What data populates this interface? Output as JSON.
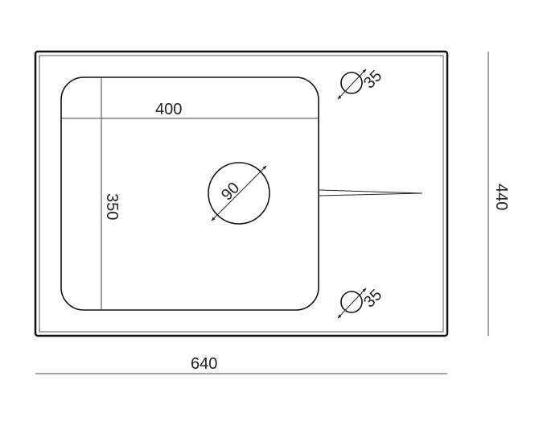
{
  "drawing": {
    "overall_width": "640",
    "overall_depth": "440",
    "bowl_width": "400",
    "bowl_depth": "350",
    "drain_diameter": "90",
    "tap_hole_top_diameter": "35",
    "tap_hole_bottom_diameter": "35"
  },
  "colors": {
    "line": "#222222",
    "background": "#ffffff"
  }
}
